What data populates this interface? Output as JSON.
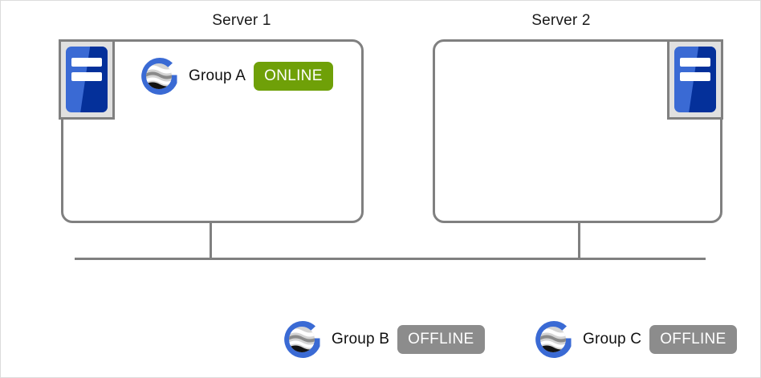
{
  "diagram": {
    "title_color": "#1a1a1a",
    "line_color": "#808080",
    "servers": [
      {
        "id": "server-1",
        "title": "Server 1",
        "icon_side": "left",
        "icon_name": "server-hardware-icon",
        "group": {
          "label": "Group A",
          "status": "ONLINE",
          "status_color": "#6fa008",
          "icon_name": "globe-group-icon"
        }
      },
      {
        "id": "server-2",
        "title": "Server 2",
        "icon_side": "right",
        "icon_name": "server-hardware-icon",
        "group": null
      }
    ],
    "unassigned_groups": [
      {
        "label": "Group B",
        "status": "OFFLINE",
        "status_color": "#8c8c8c",
        "icon_name": "globe-group-icon"
      },
      {
        "label": "Group C",
        "status": "OFFLINE",
        "status_color": "#8c8c8c",
        "icon_name": "globe-group-icon"
      }
    ]
  }
}
